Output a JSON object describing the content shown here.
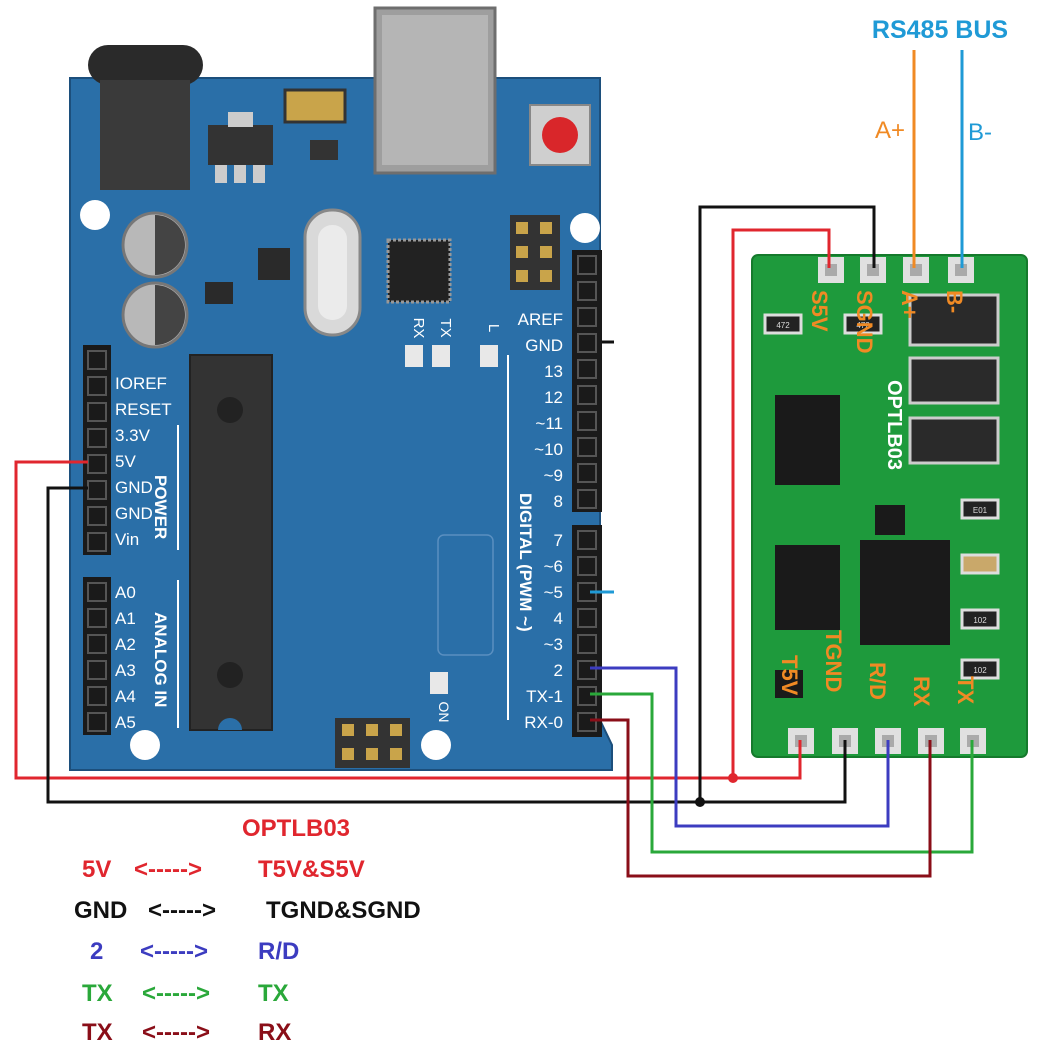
{
  "bus": {
    "title": "RS485 BUS",
    "a_label": "A+",
    "b_label": "B-"
  },
  "arduino": {
    "digital_header_top": [
      "AREF",
      "GND",
      "13",
      "12",
      "~11",
      "~10",
      "~9",
      "8"
    ],
    "digital_header_bottom": [
      "7",
      "~6",
      "~5",
      "4",
      "~3",
      "2",
      "TX-1",
      "RX-0"
    ],
    "digital_title": "DIGITAL (PWM ~)",
    "power_pins": [
      "IOREF",
      "RESET",
      "3.3V",
      "5V",
      "GND",
      "GND",
      "Vin"
    ],
    "power_title": "POWER",
    "analog_pins": [
      "A0",
      "A1",
      "A2",
      "A3",
      "A4",
      "A5"
    ],
    "analog_title": "ANALOG IN",
    "led_rx": "RX",
    "led_tx": "TX",
    "led_l": "L",
    "on_label": "ON"
  },
  "module": {
    "name": "OPTLB03",
    "top_pins": [
      "S5V",
      "SGND",
      "A+",
      "B-"
    ],
    "bottom_pins": [
      "T5V",
      "TGND",
      "R/D",
      "RX",
      "TX"
    ],
    "resistor_codes": [
      "472",
      "472",
      "E01",
      "102",
      "102"
    ]
  },
  "legend": {
    "title": "OPTLB03",
    "rows": [
      {
        "left": "5V",
        "arrow": "<----->",
        "right": "T5V&S5V"
      },
      {
        "left": "GND",
        "arrow": "<----->",
        "right": "TGND&SGND"
      },
      {
        "left": "2",
        "arrow": "<----->",
        "right": "R/D"
      },
      {
        "left": "TX",
        "arrow": "<----->",
        "right": "TX"
      },
      {
        "left": "TX",
        "arrow": "<----->",
        "right": "RX"
      }
    ]
  },
  "colors": {
    "board": "#2a6fa8",
    "module": "#1e9a3c",
    "red_wire": "#e0262e",
    "black_wire": "#111111",
    "blue_wire": "#3c3cc0",
    "green_wire": "#2aa83a",
    "darkred_wire": "#8a0e18",
    "orange": "#f08a24",
    "bus_blue": "#1f9ad6"
  }
}
